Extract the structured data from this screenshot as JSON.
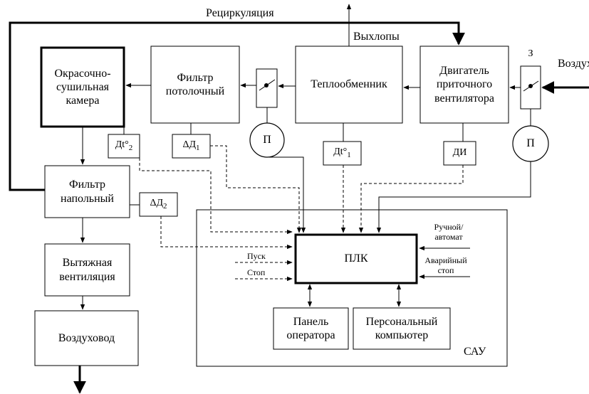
{
  "labels": {
    "recirculation": "Рециркуляция",
    "exhausts": "Выхлопы",
    "air": "Воздух",
    "valve_supply": "З",
    "camera": [
      "Окрасочно-",
      "сушильная",
      "камера"
    ],
    "filter_ceiling": [
      "Фильтр",
      "потолочный"
    ],
    "heat_exchanger": "Теплообменник",
    "motor": [
      "Двигатель",
      "приточного",
      "вентилятора"
    ],
    "filter_floor": [
      "Фильтр",
      "напольный"
    ],
    "exhaust_vent": [
      "Вытяжная",
      "вентиляция"
    ],
    "air_duct": "Воздуховод",
    "plc": "ПЛК",
    "operator_panel": [
      "Панель",
      "оператора"
    ],
    "pc": [
      "Персональный",
      "компьютер"
    ],
    "sau": "САУ",
    "manual_auto": [
      "Ручной/",
      "автомат"
    ],
    "emergency_stop": [
      "Аварийный",
      "стоп"
    ],
    "start": "Пуск",
    "stop": "Стоп",
    "actuator": "П"
  },
  "sensors": {
    "dt2": {
      "main": "Дt°",
      "sub": "2"
    },
    "dd1": {
      "main": "ΔД",
      "sub": "1"
    },
    "dt1": {
      "main": "Дt°",
      "sub": "1"
    },
    "di": {
      "main": "ДИ",
      "sub": ""
    },
    "dd2": {
      "main": "ΔД",
      "sub": "2"
    }
  }
}
